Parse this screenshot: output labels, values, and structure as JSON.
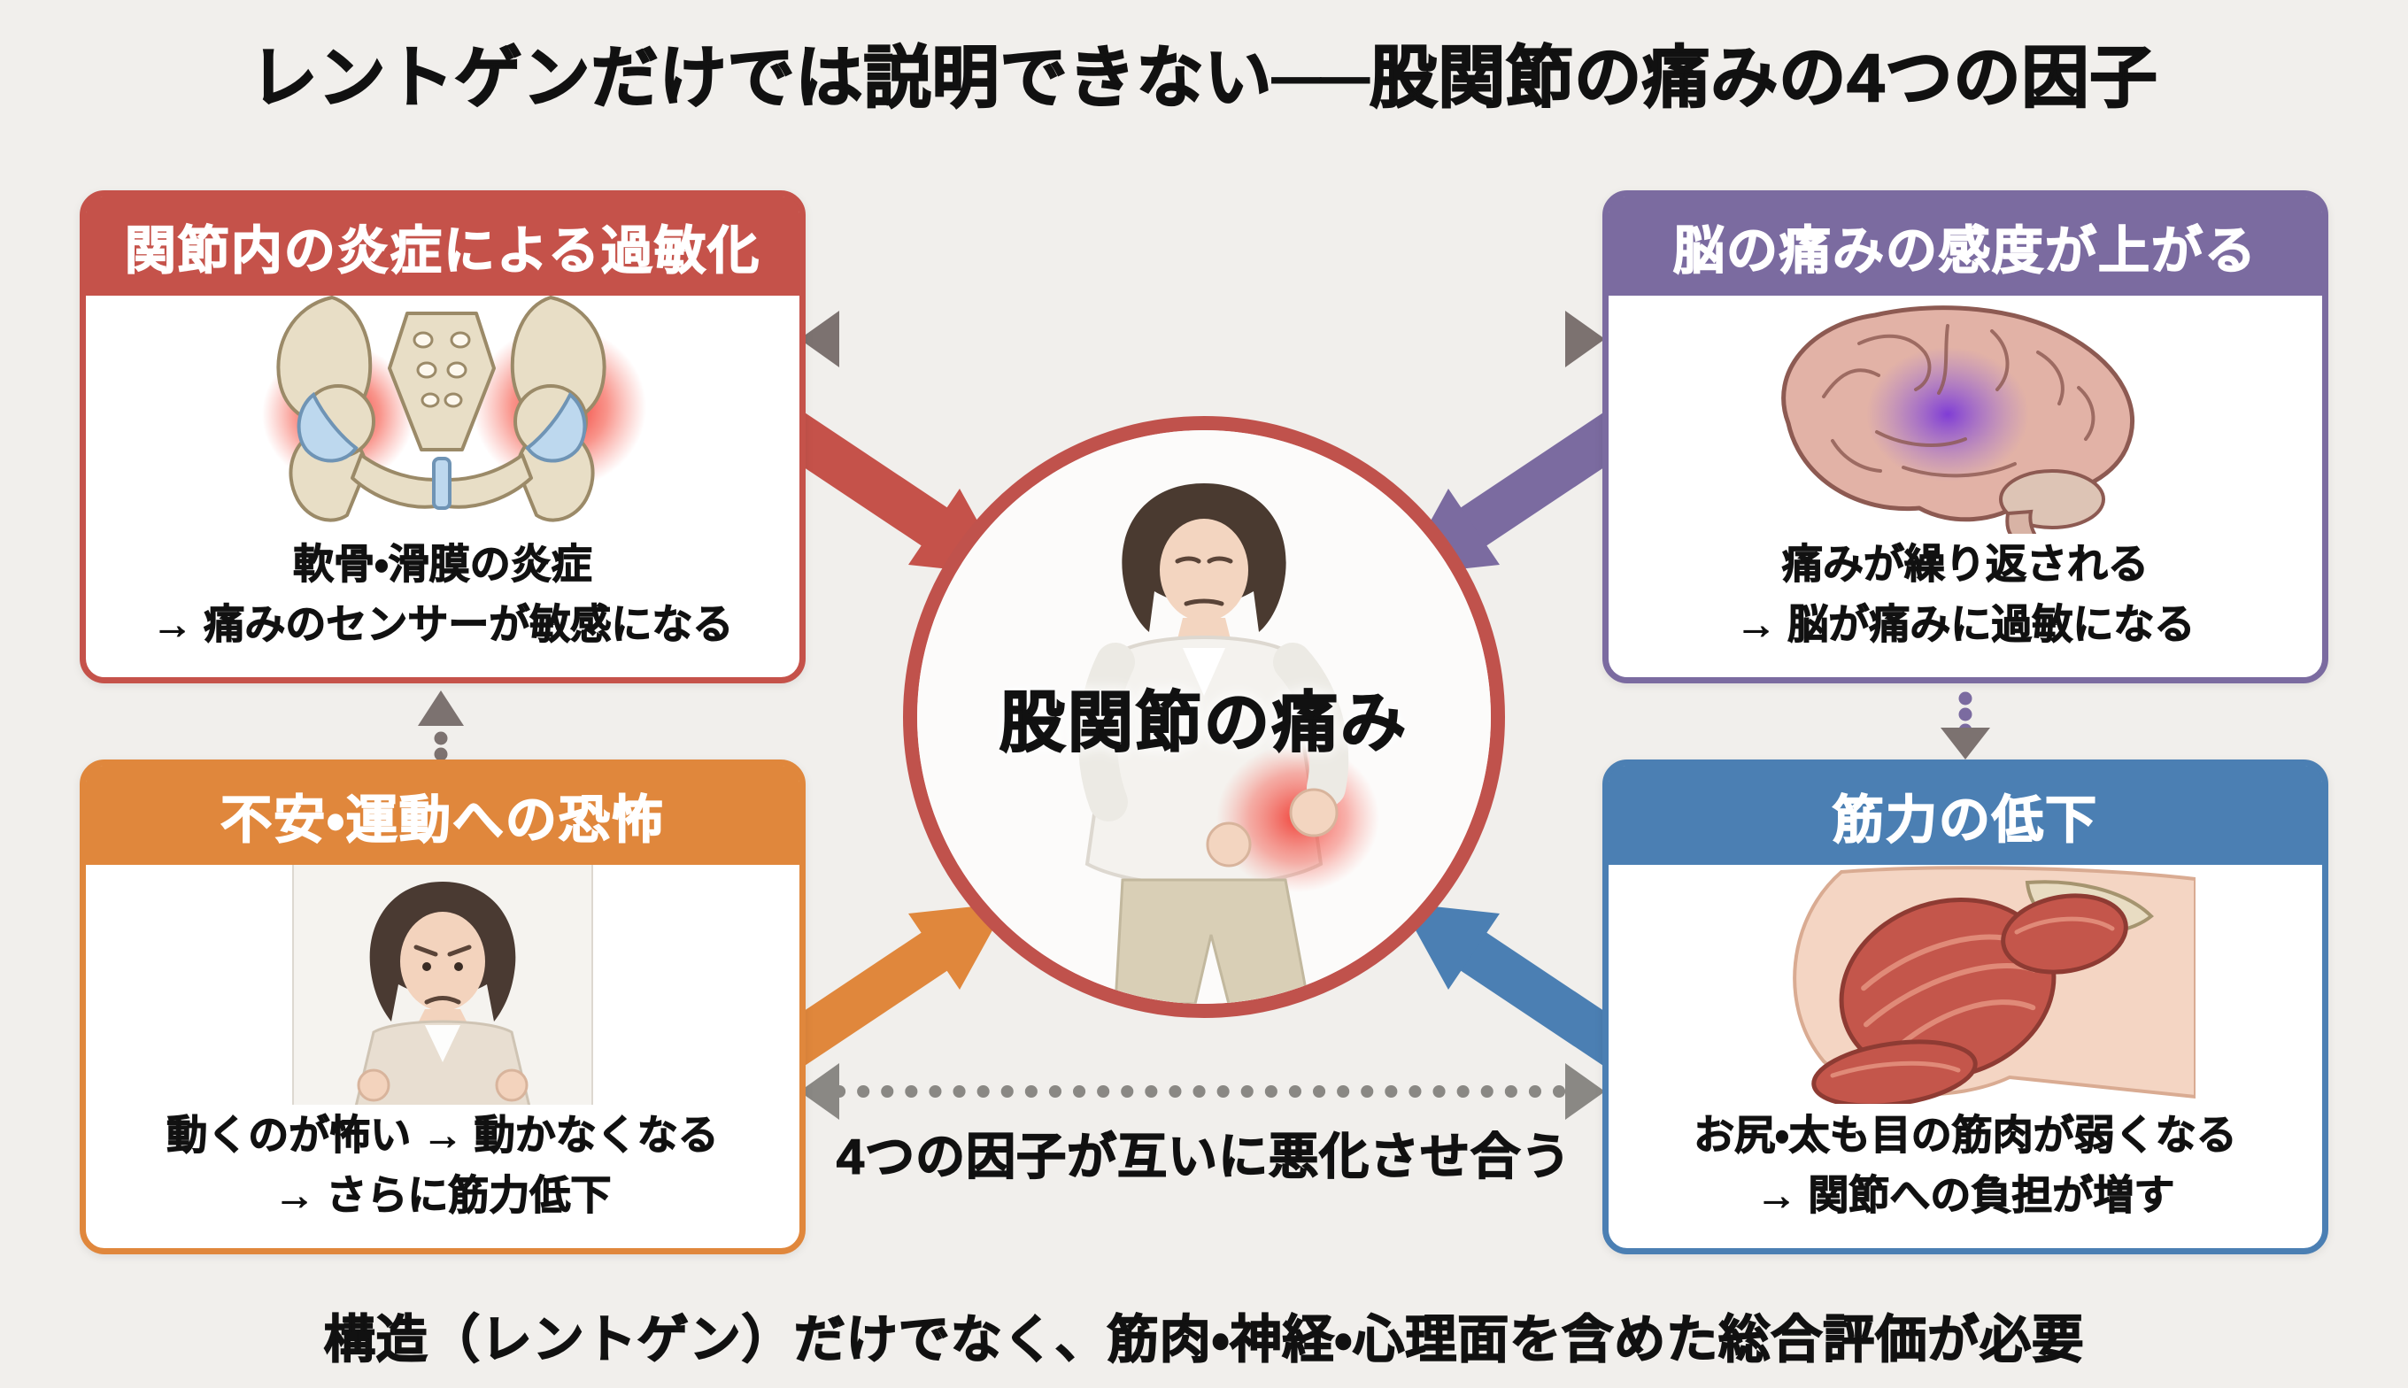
{
  "title": "レントゲンだけでは説明できない──股関節の痛みの4つの因子",
  "factors": {
    "inflammation": {
      "header": "関節内の炎症による過敏化",
      "line1": "軟骨・滑膜の炎症",
      "line2": "→ 痛みのセンサーが敏感になる",
      "color": "#c5524a",
      "illustration": "pelvis-inflammation-illustration"
    },
    "brain_sensitivity": {
      "header": "脳の痛みの感度が上がる",
      "line1": "痛みが繰り返される",
      "line2": "→ 脳が痛みに過敏になる",
      "color": "#7b6ba0",
      "illustration": "brain-sensitization-illustration"
    },
    "fear": {
      "header": "不安・運動への恐怖",
      "line1": "動くのが怖い → 動かなくなる",
      "line2": "→ さらに筋力低下",
      "color": "#e0873c",
      "illustration": "anxious-woman-photo"
    },
    "muscle_weakness": {
      "header": "筋力の低下",
      "line1": "お尻・太も目の筋肉が弱くなる",
      "line2": "→ 関節への負担が増す",
      "color": "#4b7fb3",
      "illustration": "hip-muscles-illustration"
    }
  },
  "center": {
    "label": "股関節の痛み",
    "ring_color": "#c0524c",
    "illustration": "woman-holding-hip-photo"
  },
  "caption": "4つの因子が互いに悪化させ合う",
  "footer": "構造（レントゲン）だけでなく、筋肉・神経・心理面を含めた総合評価が必要",
  "colors": {
    "background": "#f1efec",
    "dotted_grey": "#8a8884",
    "dotted_purple": "#7b6ba0",
    "dotted_red": "#a65550",
    "arrowhead_grey": "#7c7270"
  }
}
